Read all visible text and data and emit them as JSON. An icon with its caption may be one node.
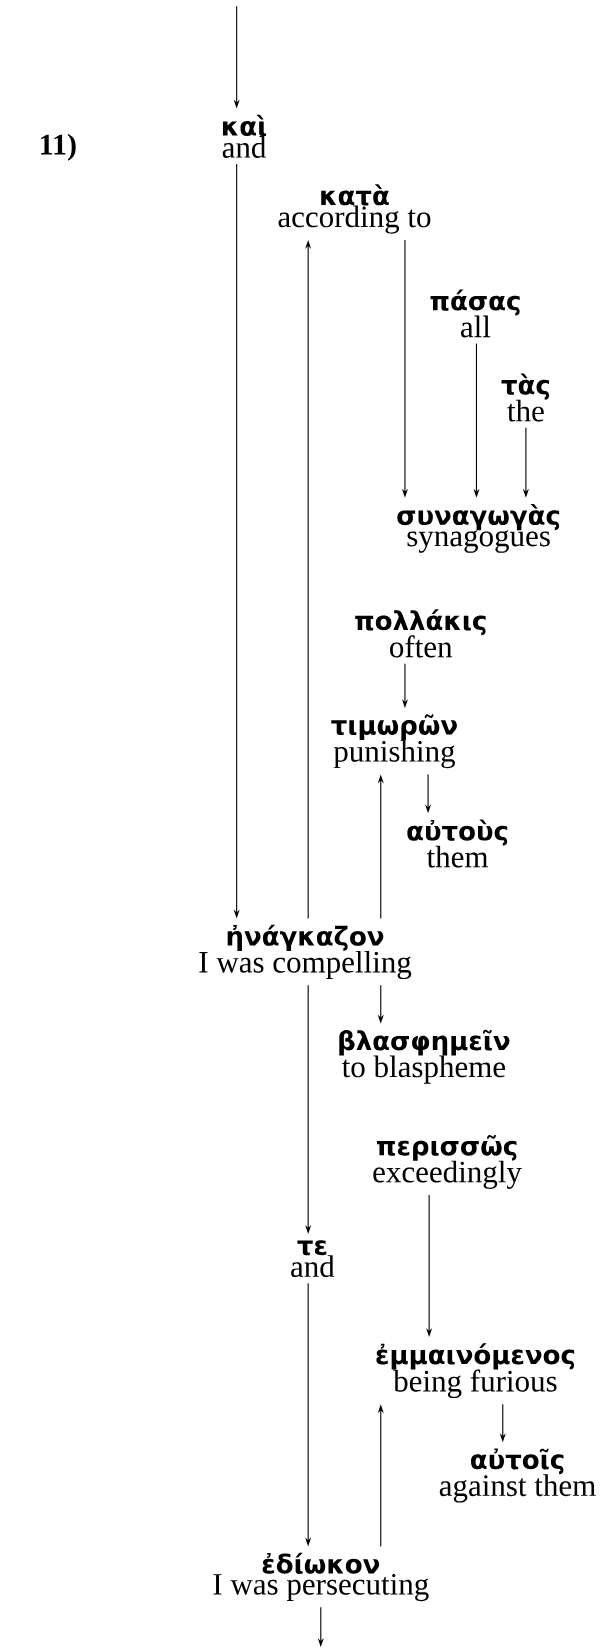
{
  "diagram": {
    "nodes": [
      {
        "text": [
          "καὶ",
          "and"
        ]
      },
      {
        "text": [
          "κατὰ",
          "according to"
        ]
      },
      {
        "text": [
          "πάσας",
          "all"
        ]
      },
      {
        "text": [
          "τὰς",
          "the"
        ]
      },
      {
        "text": [
          "συναγωγὰς",
          "synagogues"
        ]
      },
      {
        "text": [
          "πολλάκις",
          "often"
        ]
      },
      {
        "text": [
          "τιμωρῶν",
          "punishing"
        ]
      },
      {
        "text": [
          "αὐτοὺς",
          "them"
        ]
      },
      {
        "text": [
          "ἠνάγκαζον",
          "I was compelling"
        ]
      },
      {
        "text": [
          "βλασφημεῖν",
          "to blaspheme"
        ]
      },
      {
        "text": [
          "περισσῶς",
          "exceedingly"
        ]
      },
      {
        "text": [
          "τε",
          "and"
        ]
      },
      {
        "text": [
          "ἐμμαινόμενος",
          "being furious"
        ]
      },
      {
        "text": [
          "αὐτοῖς",
          "against them"
        ]
      },
      {
        "text": [
          "ἐδίωκον",
          "I was persecuting"
        ]
      }
    ],
    "edges": [
      {
        "from": null,
        "to": 0,
        "arrow": "to"
      },
      {
        "from": 0,
        "to": 8,
        "arrow": "to"
      },
      {
        "from": 8,
        "to": 1,
        "arrow": "to"
      },
      {
        "from": 1,
        "to": 4,
        "arrow": "to"
      },
      {
        "from": 2,
        "to": 4,
        "arrow": "to"
      },
      {
        "from": 3,
        "to": 4,
        "arrow": "to"
      },
      {
        "from": 5,
        "to": 6,
        "arrow": "to"
      },
      {
        "from": 6,
        "to": 7,
        "arrow": "to"
      },
      {
        "from": 8,
        "to": 6,
        "arrow": "to"
      },
      {
        "from": 8,
        "to": 9,
        "arrow": "to"
      },
      {
        "from": 8,
        "to": 11,
        "arrow": "to"
      },
      {
        "from": 10,
        "to": 12,
        "arrow": "to"
      },
      {
        "from": 12,
        "to": 13,
        "arrow": "to"
      },
      {
        "from": 14,
        "to": 12,
        "arrow": "to"
      },
      {
        "from": 11,
        "to": 14,
        "arrow": "to"
      },
      {
        "from": 14,
        "to": null,
        "arrow": "to"
      }
    ],
    "labels": [
      "11)"
    ]
  }
}
